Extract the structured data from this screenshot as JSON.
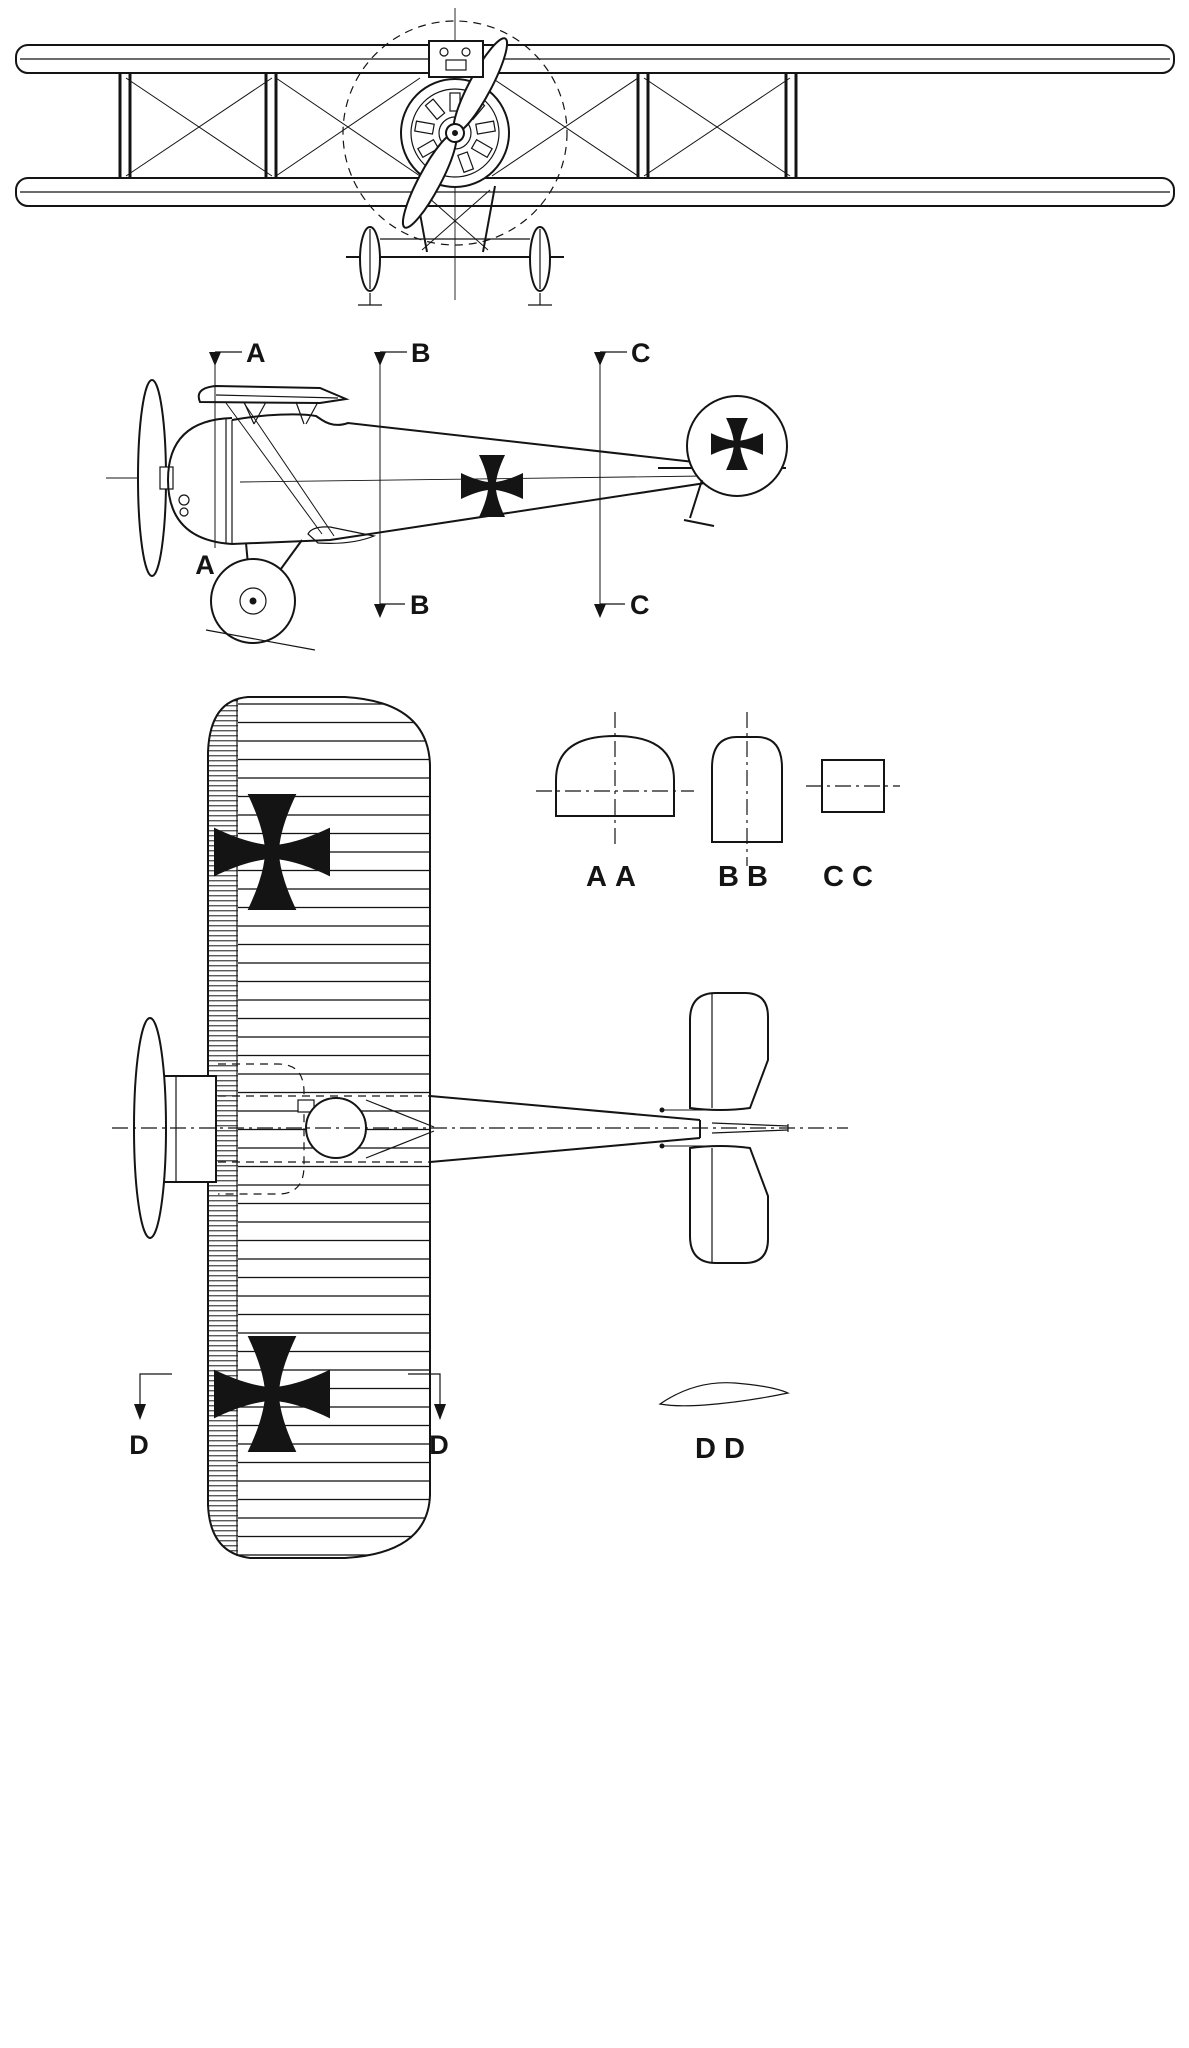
{
  "drawing": {
    "ink": "#141414",
    "paper": "#ffffff"
  },
  "side_view": {
    "section_a_top": "A",
    "section_b_top": "B",
    "section_c_top": "C",
    "section_a_bottom": "A",
    "section_b_bottom": "B",
    "section_c_bottom": "C"
  },
  "plan_view": {
    "section_d_left": "D",
    "section_d_right": "D"
  },
  "sections": {
    "aa_label": "AA",
    "bb_label": "BB",
    "cc_label": "CC",
    "dd_label": "DD"
  }
}
